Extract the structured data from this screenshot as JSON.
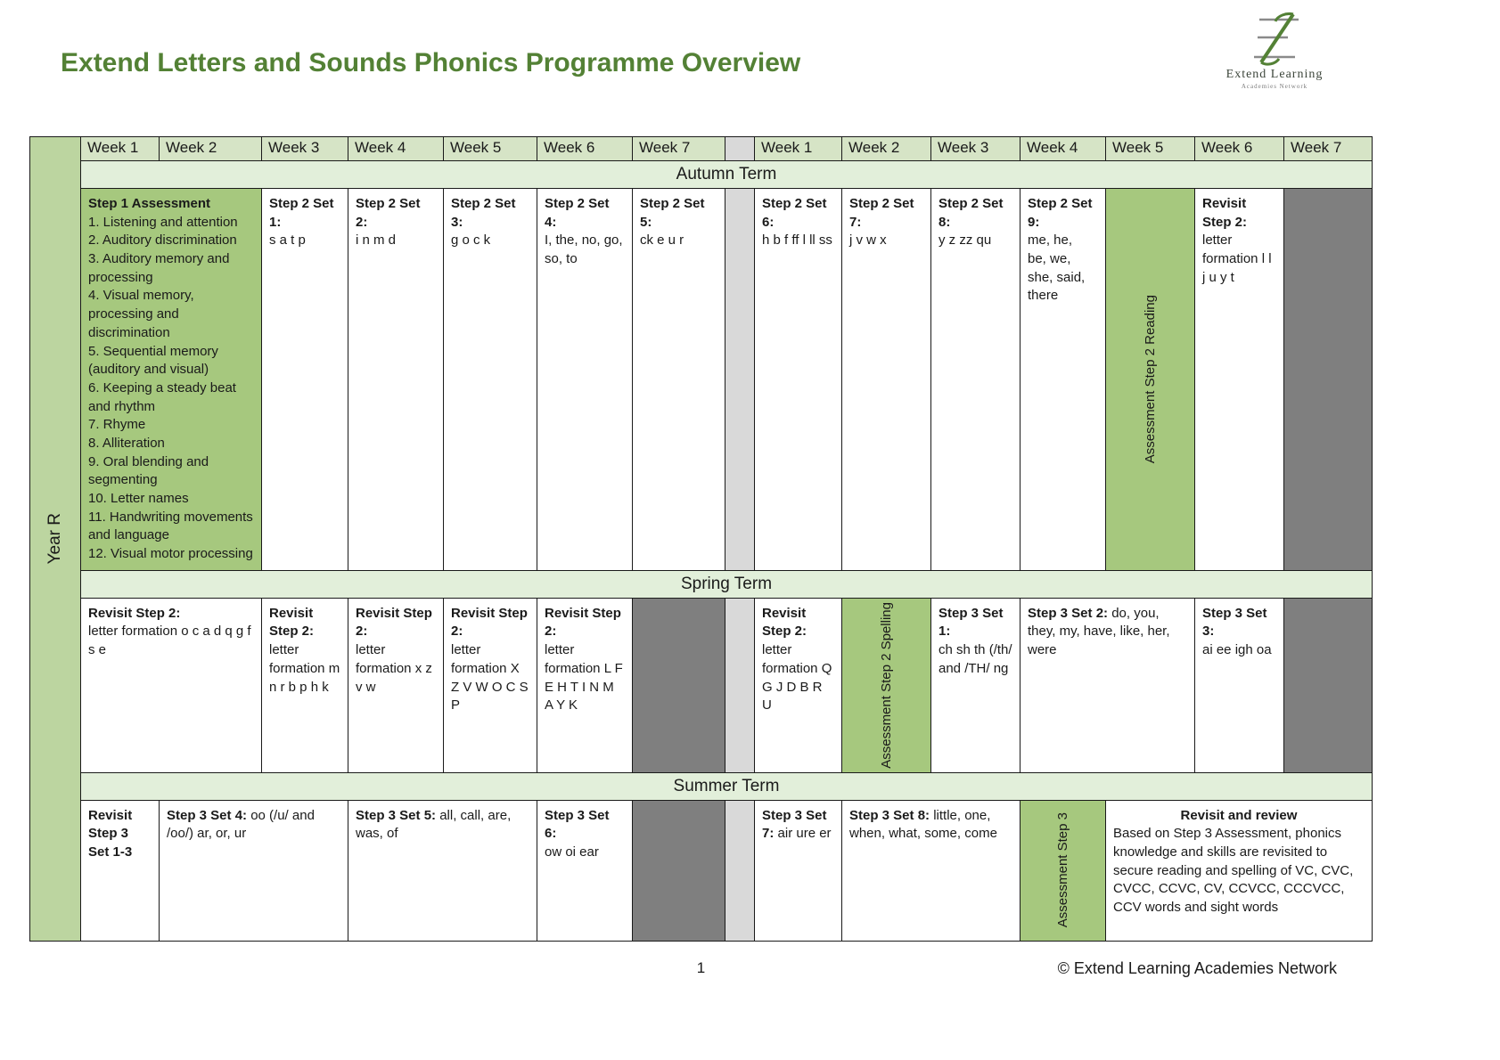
{
  "page": {
    "title": "Extend Letters and Sounds Phonics Programme Overview",
    "page_number": "1",
    "copyright": "© Extend Learning Academies Network"
  },
  "logo": {
    "monogram": "E",
    "line1": "Extend Learning",
    "line2": "Academies Network"
  },
  "colors": {
    "title_green": "#538135",
    "cell_green": "#A6C87E",
    "year_strip_green": "#BCD5A0",
    "week_header_green": "#D6E4C6",
    "term_banner_green": "#E2EFDA",
    "dark_gray": "#7F7F7F",
    "gap_gray": "#D9D9D9"
  },
  "table": {
    "year_label": "Year R",
    "week_headers": [
      "Week 1",
      "Week 2",
      "Week 3",
      "Week 4",
      "Week 5",
      "Week 6",
      "Week 7",
      "Week 1",
      "Week 2",
      "Week 3",
      "Week 4",
      "Week 5",
      "Week 6",
      "Week 7"
    ],
    "autumn": {
      "label": "Autumn Term",
      "cells": {
        "step1": {
          "title": "Step 1 Assessment",
          "body": "1. Listening and attention\n2. Auditory discrimination\n3. Auditory memory and processing\n4. Visual memory, processing and discrimination\n5. Sequential memory (auditory and visual)\n6. Keeping a steady beat and rhythm\n7. Rhyme\n8. Alliteration\n9. Oral blending and segmenting\n10. Letter names\n11. Handwriting movements and language\n12. Visual motor processing"
        },
        "set1": {
          "title": "Step 2 Set 1:",
          "body": "s a t p"
        },
        "set2": {
          "title": "Step 2 Set 2:",
          "body": "i n m d"
        },
        "set3": {
          "title": "Step 2 Set 3:",
          "body": "g o c k"
        },
        "set4": {
          "title": "Step 2 Set 4:",
          "body": "I, the, no, go, so, to"
        },
        "set5": {
          "title": "Step 2 Set 5:",
          "body": "ck e u r"
        },
        "set6": {
          "title": "Step 2 Set 6:",
          "body": "h b f ff l ll ss"
        },
        "set7": {
          "title": "Step 2 Set 7:",
          "body": "j v w x"
        },
        "set8": {
          "title": "Step 2 Set 8:",
          "body": "y z zz qu"
        },
        "set9": {
          "title": "Step 2 Set 9:",
          "body": "me, he,\nbe, we,\nshe, said,\nthere"
        },
        "assessment_reading": {
          "rotated": "Assessment Step 2 Reading"
        },
        "revisit": {
          "title": "Revisit Step 2:",
          "body": "letter formation l l j u y t"
        }
      }
    },
    "spring": {
      "label": "Spring Term",
      "cells": {
        "revisit1": {
          "title": "Revisit Step 2:",
          "body": "letter formation o c a d q g f s e"
        },
        "revisit2": {
          "title": "Revisit Step 2:",
          "body": "letter formation m n r b p h k"
        },
        "revisit3": {
          "title": "Revisit Step 2:",
          "body": "letter formation x z v w"
        },
        "revisit4": {
          "title": "Revisit Step 2:",
          "body": "letter formation X Z V W O C S P"
        },
        "revisit5": {
          "title": "Revisit Step 2:",
          "body": "letter formation L F E H T I N M A Y K"
        },
        "revisit6": {
          "title": "Revisit Step 2:",
          "body": "letter formation Q G J D B R U"
        },
        "assessment_spelling": {
          "rotated": "Assessment Step 2 Spelling"
        },
        "set1": {
          "title": "Step 3 Set 1:",
          "body": "ch sh th (/th/ and /TH/ ng"
        },
        "set2": {
          "title": "Step 3 Set 2:",
          "body": "do, you, they, my, have, like, her, were"
        },
        "set3": {
          "title": "Step 3 Set 3:",
          "body": "ai ee igh oa"
        }
      }
    },
    "summer": {
      "label": "Summer Term",
      "cells": {
        "revisit": {
          "title": "Revisit Step 3 Set 1-3",
          "body": ""
        },
        "set4": {
          "title": "Step 3 Set 4:",
          "body": "oo (/u/ and /oo/) ar, or, ur"
        },
        "set5": {
          "title": "Step 3 Set 5:",
          "body": "all, call, are, was, of"
        },
        "set6": {
          "title": "Step 3 Set 6:",
          "body": "ow oi ear"
        },
        "set7": {
          "title": "Step 3 Set 7:",
          "body": "air ure er"
        },
        "set8": {
          "title": "Step 3 Set 8:",
          "body": "little, one, when, what, some, come"
        },
        "assessment3": {
          "rotated": "Assessment Step 3"
        },
        "review": {
          "title": "Revisit and review",
          "body": "Based on Step 3 Assessment, phonics knowledge and skills are revisited to secure reading and spelling of VC, CVC, CVCC, CCVC, CV, CCVCC, CCCVCC, CCV words and sight words"
        }
      }
    }
  }
}
